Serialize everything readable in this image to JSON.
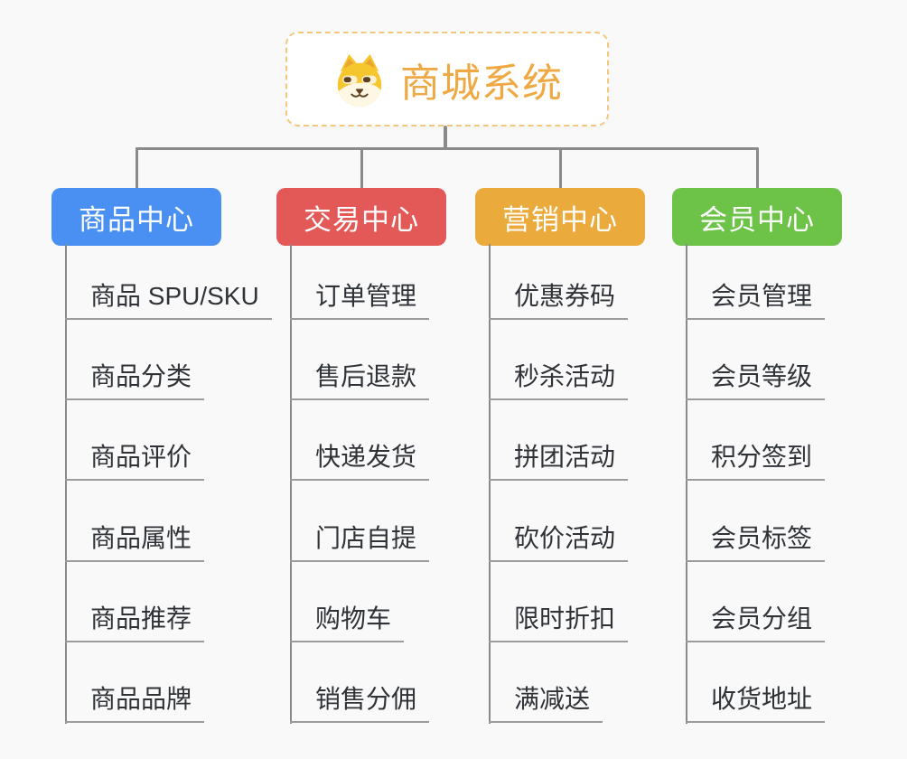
{
  "root": {
    "title": "商城系统",
    "icon": "dog-icon"
  },
  "branches": [
    {
      "label": "商品中心",
      "color": "#4a90f2",
      "children": [
        "商品 SPU/SKU",
        "商品分类",
        "商品评价",
        "商品属性",
        "商品推荐",
        "商品品牌"
      ]
    },
    {
      "label": "交易中心",
      "color": "#e25957",
      "children": [
        "订单管理",
        "售后退款",
        "快递发货",
        "门店自提",
        "购物车",
        "销售分佣"
      ]
    },
    {
      "label": "营销中心",
      "color": "#ebaa3c",
      "children": [
        "优惠券码",
        "秒杀活动",
        "拼团活动",
        "砍价活动",
        "限时折扣",
        "满减送"
      ]
    },
    {
      "label": "会员中心",
      "color": "#6dc248",
      "children": [
        "会员管理",
        "会员等级",
        "积分签到",
        "会员标签",
        "会员分组",
        "收货地址"
      ]
    }
  ],
  "colors": {
    "background": "#f9f9f9",
    "connector": "#8a8a8a",
    "leaf_line": "#9c9c9c",
    "leaf_text": "#2f3338",
    "root_border": "#f4c87c",
    "root_text": "#efa944",
    "node_text": "#ffffff"
  }
}
